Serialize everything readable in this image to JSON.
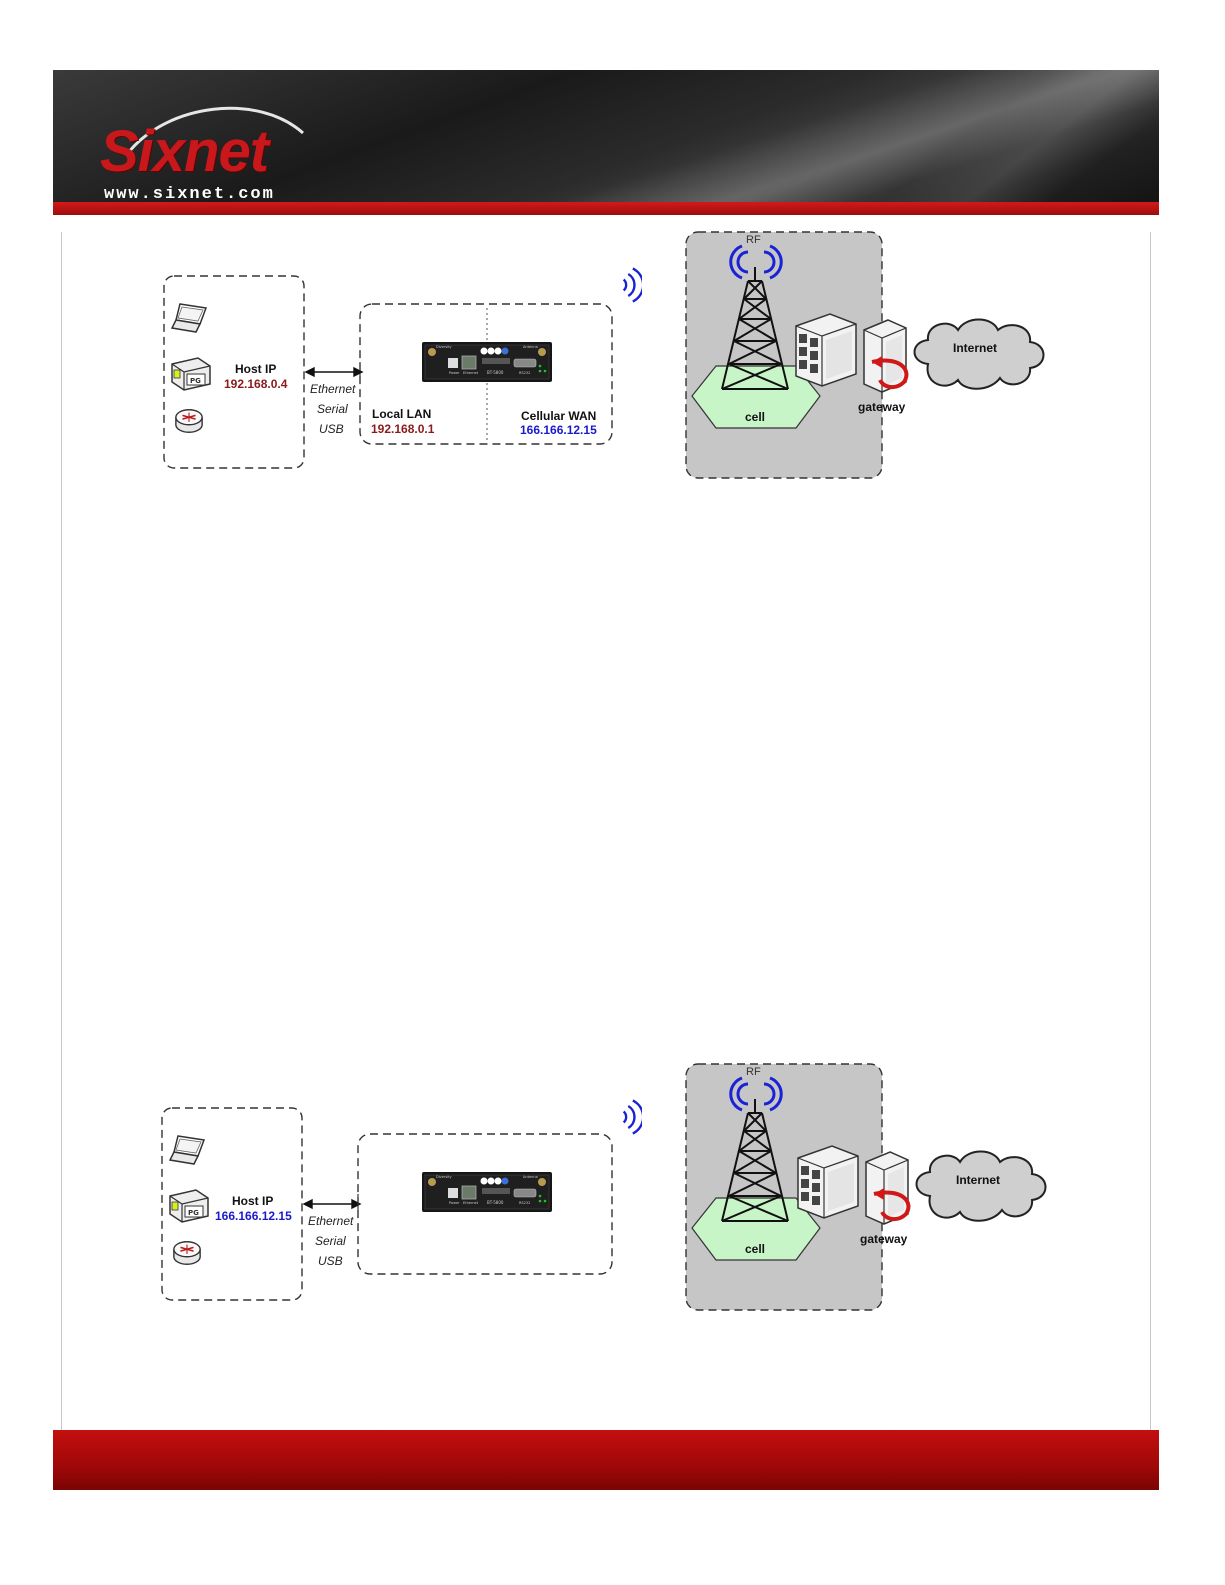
{
  "header": {
    "brand": "Sixnet",
    "url": "www.sixnet.com"
  },
  "colors": {
    "brand_red": "#c8181b",
    "lan_ip": "#8b1a1a",
    "wan_ip": "#1a1acc",
    "rf_waves": "#1a22d6",
    "cell_fill": "#c8f5c8",
    "cloud_fill": "#cfcfcf",
    "network_box": "#c6c6c6"
  },
  "diagram1": {
    "host_label": "Host IP",
    "host_ip": "192.168.0.4",
    "connections": [
      "Ethernet",
      "Serial",
      "USB"
    ],
    "lan_label": "Local LAN",
    "lan_ip": "192.168.0.1",
    "wan_label": "Cellular WAN",
    "wan_ip": "166.166.12.15",
    "rf_label": "RF",
    "cell_label": "cell",
    "gateway_label": "gateway",
    "internet_label": "Internet"
  },
  "diagram2": {
    "host_label": "Host IP",
    "host_ip": "166.166.12.15",
    "connections": [
      "Ethernet",
      "Serial",
      "USB"
    ],
    "rf_label": "RF",
    "cell_label": "cell",
    "gateway_label": "gateway",
    "internet_label": "Internet"
  }
}
